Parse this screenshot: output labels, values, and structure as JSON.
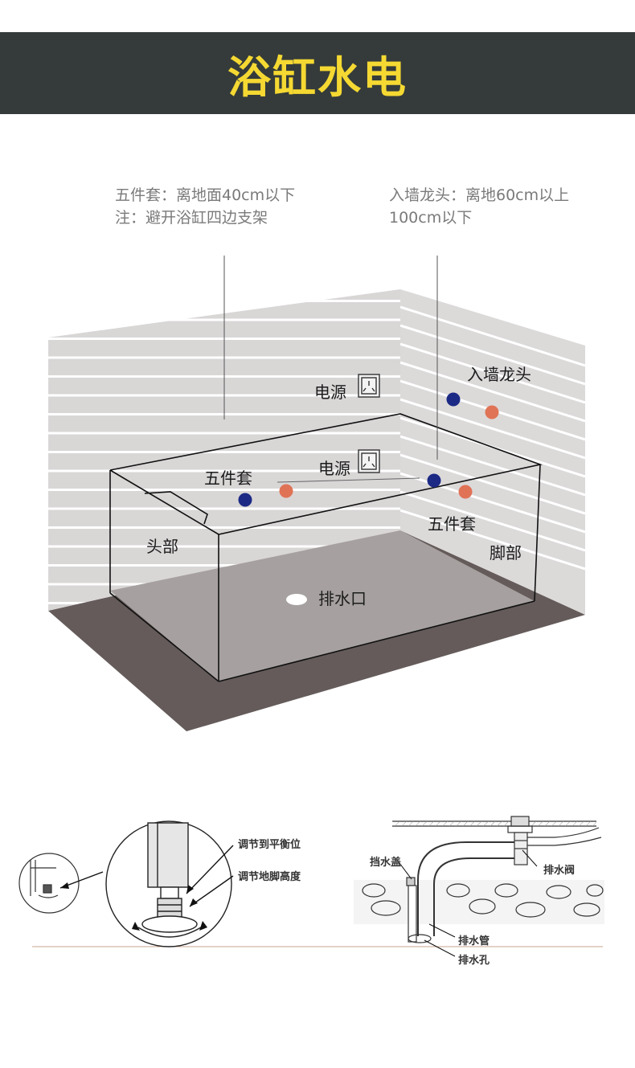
{
  "header": {
    "title": "浴缸水电"
  },
  "notes": {
    "left_line1": "五件套：离地面40cm以下",
    "left_line2": "注：避开浴缸四边支架",
    "right_line1": "入墙龙头：离地60cm以上",
    "right_line2": "100cm以下"
  },
  "labels": {
    "power_upper": "电源",
    "power_lower": "电源",
    "wall_faucet": "入墙龙头",
    "five_piece_left": "五件套",
    "five_piece_right": "五件套",
    "head": "头部",
    "foot": "脚部",
    "drain_outlet": "排水口"
  },
  "detail_labels": {
    "adjust_balance": "调节到平衡位",
    "adjust_foot_height": "调节地脚高度",
    "water_cover": "挡水盖",
    "drain_valve": "排水阀",
    "drain_pipe": "排水管",
    "drain_hole": "排水孔"
  },
  "colors": {
    "banner_bg": "#353b3a",
    "title": "#f5d932",
    "hot_dot": "#e07356",
    "cold_dot": "#1c2a86",
    "floor": "#645b5a"
  }
}
